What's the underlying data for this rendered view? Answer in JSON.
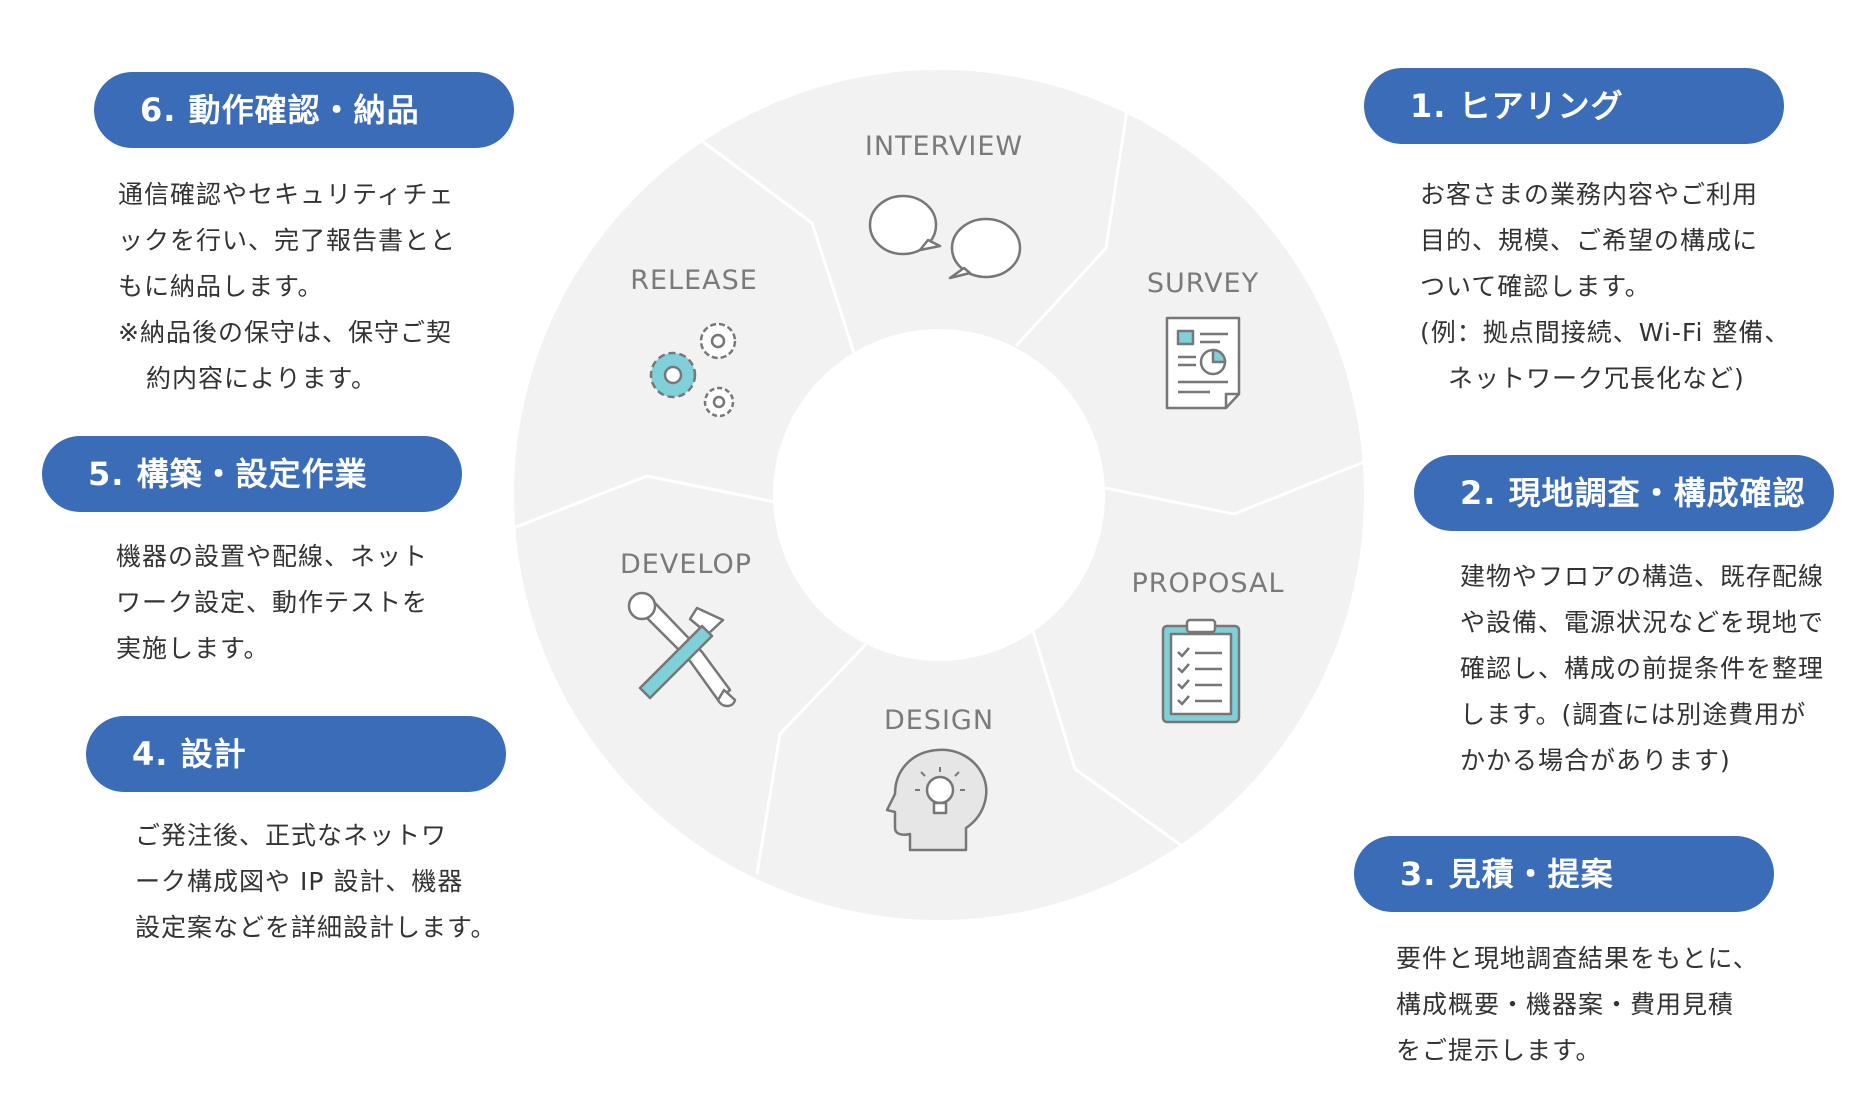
{
  "steps": [
    {
      "title": "1. ヒアリング",
      "lines": [
        "お客さまの業務内容やご利用",
        "目的、規模、ご希望の構成に",
        "ついて確認します。",
        "(例：拠点間接続、Wi-Fi 整備、",
        "ネットワーク冗長化など)"
      ]
    },
    {
      "title": "2. 現地調査・構成確認",
      "lines": [
        "建物やフロアの構造、既存配線",
        "や設備、電源状況などを現地で",
        "確認し、構成の前提条件を整理",
        "します。(調査には別途費用が",
        "かかる場合があります)"
      ]
    },
    {
      "title": "3. 見積・提案",
      "lines": [
        "要件と現地調査結果をもとに、",
        "構成概要・機器案・費用見積",
        "をご提示します。"
      ]
    },
    {
      "title": "4. 設計",
      "lines": [
        "ご発注後、正式なネットワ",
        "ーク構成図や IP 設計、機器",
        "設定案などを詳細設計します。"
      ]
    },
    {
      "title": "5. 構築・設定作業",
      "lines": [
        "機器の設置や配線、ネット",
        "ワーク設定、動作テストを",
        "実施します。"
      ]
    },
    {
      "title": "6. 動作確認・納品",
      "lines": [
        "通信確認やセキュリティチェ",
        "ックを行い、完了報告書とと",
        "もに納品します。",
        "※納品後の保守は、保守ご契",
        "約内容によります。"
      ]
    }
  ],
  "wheel": {
    "segments": [
      {
        "label": "INTERVIEW",
        "icon": "speech-bubbles-icon"
      },
      {
        "label": "SURVEY",
        "icon": "document-chart-icon"
      },
      {
        "label": "PROPOSAL",
        "icon": "clipboard-checklist-icon"
      },
      {
        "label": "DESIGN",
        "icon": "head-lightbulb-icon"
      },
      {
        "label": "DEVELOP",
        "icon": "wrench-hammer-icon"
      },
      {
        "label": "RELEASE",
        "icon": "gears-icon"
      }
    ]
  },
  "colors": {
    "accent": "#3a6cb8",
    "wheel": "#f2f2f2",
    "teal": "#7fd0d8",
    "icon_stroke": "#777777"
  }
}
